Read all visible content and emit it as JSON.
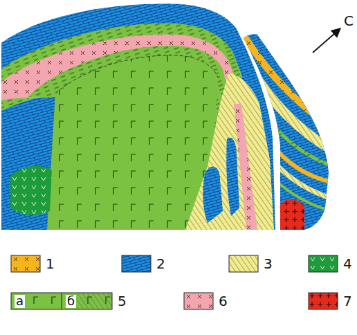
{
  "diagram": {
    "labels": [
      "С",
      "а",
      "б"
    ],
    "legend": [
      {
        "text": "1",
        "color": "#f6b51c"
      },
      {
        "text": "2",
        "color": "#1e8fdc"
      },
      {
        "text": "3",
        "color": "#f2ec8a"
      },
      {
        "text": "4",
        "color": "#1e9b3b"
      },
      {
        "text": "5",
        "color": "#7cc242"
      },
      {
        "text": "6",
        "color": "#f4a6b0"
      },
      {
        "text": "7",
        "color": "#e52a1e"
      }
    ]
  }
}
